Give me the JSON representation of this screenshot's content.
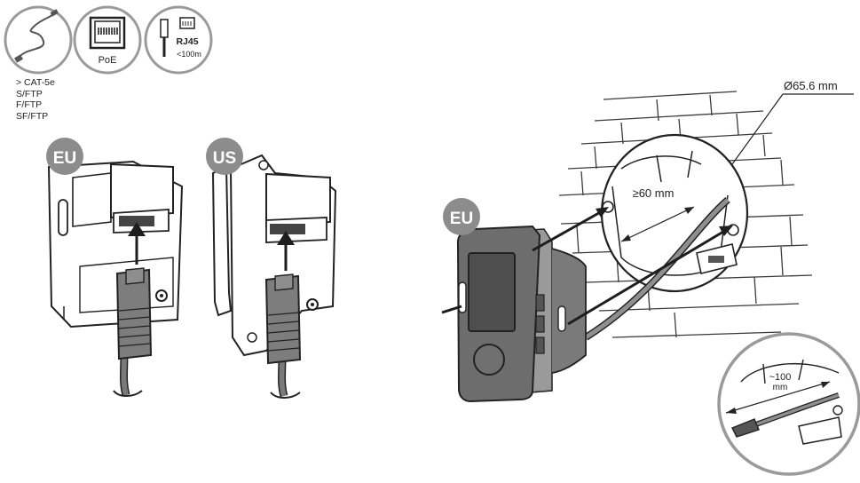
{
  "icons": {
    "poe_label": "PoE",
    "rj45_label": "RJ45",
    "rj45_length": "<100m"
  },
  "cable_types": [
    "> CAT-5e",
    "S/FTP",
    "F/FTP",
    "SF/FTP"
  ],
  "badges": {
    "eu_left": "EU",
    "us": "US",
    "eu_right": "EU"
  },
  "dimensions": {
    "box_diameter": "Ø65.6 mm",
    "screw_spacing": "≥60 mm",
    "cable_length_value": "~100",
    "cable_length_unit": "mm"
  },
  "colors": {
    "badge": "#8c8c8c",
    "device_body": "#6d6d6d",
    "screen": "#4e4e4e",
    "cable": "#8f8f8f",
    "line": "#1e1e1e"
  }
}
